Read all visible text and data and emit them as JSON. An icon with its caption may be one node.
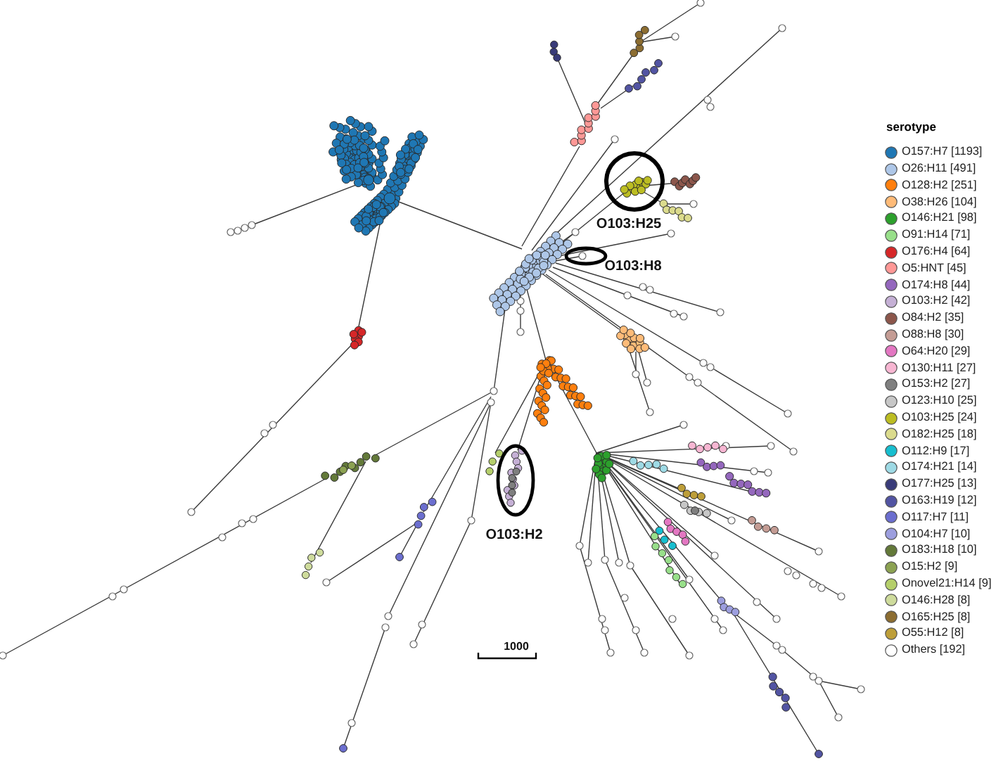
{
  "diagram": {
    "labels": [
      "O103:H25",
      "O103:H8",
      "O103:H2",
      "1000",
      "serotype"
    ],
    "legend": [
      {
        "text": "O157:H7 [1193]",
        "color": "#1f77b4"
      },
      {
        "text": "O26:H11 [491]",
        "color": "#aec7e8"
      },
      {
        "text": "O128:H2 [251]",
        "color": "#ff7f0e"
      },
      {
        "text": "O38:H26 [104]",
        "color": "#ffbb78"
      },
      {
        "text": "O146:H21 [98]",
        "color": "#2ca02c"
      },
      {
        "text": "O91:H14 [71]",
        "color": "#98df8a"
      },
      {
        "text": "O176:H4 [64]",
        "color": "#d62728"
      },
      {
        "text": "O5:HNT [45]",
        "color": "#ff9896"
      },
      {
        "text": "O174:H8 [44]",
        "color": "#9467bd"
      },
      {
        "text": "O103:H2 [42]",
        "color": "#c5b0d5"
      },
      {
        "text": "O84:H2 [35]",
        "color": "#8c564b"
      },
      {
        "text": "O88:H8 [30]",
        "color": "#c49c94"
      },
      {
        "text": "O64:H20 [29]",
        "color": "#e377c2"
      },
      {
        "text": "O130:H11 [27]",
        "color": "#f7b6d2"
      },
      {
        "text": "O153:H2 [27]",
        "color": "#7f7f7f"
      },
      {
        "text": "O123:H10 [25]",
        "color": "#c7c7c7"
      },
      {
        "text": "O103:H25 [24]",
        "color": "#bcbd22"
      },
      {
        "text": "O182:H25 [18]",
        "color": "#dbdb8d"
      },
      {
        "text": "O112:H9 [17]",
        "color": "#17becf"
      },
      {
        "text": "O174:H21 [14]",
        "color": "#9edae5"
      },
      {
        "text": "O177:H25 [13]",
        "color": "#393b79"
      },
      {
        "text": "O163:H19 [12]",
        "color": "#5254a3"
      },
      {
        "text": "O117:H7 [11]",
        "color": "#6b6ecf"
      },
      {
        "text": "O104:H7 [10]",
        "color": "#9c9ede"
      },
      {
        "text": "O183:H18 [10]",
        "color": "#637939"
      },
      {
        "text": "O15:H2 [9]",
        "color": "#8ca252"
      },
      {
        "text": "Onovel21:H14 [9]",
        "color": "#b5cf6b"
      },
      {
        "text": "O146:H28 [8]",
        "color": "#cedb9c"
      },
      {
        "text": "O165:H25 [8]",
        "color": "#8c6d31"
      },
      {
        "text": "O55:H12 [8]",
        "color": "#bd9e39"
      },
      {
        "text": "Others [192]"
      }
    ]
  }
}
